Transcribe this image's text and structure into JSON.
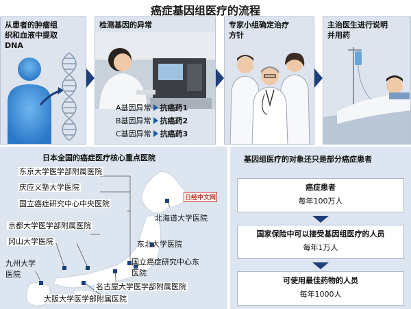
{
  "title": "癌症基因组医疗的流程",
  "steps": [
    {
      "label_lines": [
        "从患者的肿瘤组",
        "织和血液中提取",
        "DNA"
      ]
    },
    {
      "label_lines": [
        "检测基因的异常"
      ]
    },
    {
      "label_lines": [
        "专家小组确定治疗",
        "方针"
      ]
    },
    {
      "label_lines": [
        "主治医生进行说明",
        "并用药"
      ]
    }
  ],
  "gene_table": [
    {
      "gene": "A基因异常",
      "drug": "抗癌药1"
    },
    {
      "gene": "B基因异常",
      "drug": "抗癌药2"
    },
    {
      "gene": "C基因异常",
      "drug": "抗癌药3"
    }
  ],
  "hospitals": {
    "title": "日本全国的癌症医疗核心重点医院",
    "items": [
      "东京大学医学部附属医院",
      "庆应义塾大学医院",
      "国立癌症研究中心中央医院",
      "京都大学医学部附属医院",
      "冈山大学医院",
      "九州大学医院",
      "大阪大学医学部附属医院",
      "名古屋大学医学部附属医院",
      "国立癌症研究中心东医院",
      "东北大学医院",
      "北海道大学医院"
    ],
    "split_lines": {
      "kyushu": [
        "九州大学",
        "医院"
      ],
      "ncc_east": [
        "国立癌症研究中心东",
        "医院"
      ]
    }
  },
  "watermark": "日经中文网",
  "funnel": {
    "title": "基因组医疗的对象还只是部分癌症患者",
    "levels": [
      {
        "label": "癌症患者",
        "value": "每年100万人"
      },
      {
        "label": "国家保险中可以接受基因组医疗的人员",
        "value": "每年1万人"
      },
      {
        "label": "可使用最佳药物的人员",
        "value": "每年1000人"
      }
    ]
  },
  "colors": {
    "panel": "#dde4ee",
    "arrow": "#1e3f7a",
    "figure": "#3d8fd8",
    "map": "#ffffff"
  }
}
